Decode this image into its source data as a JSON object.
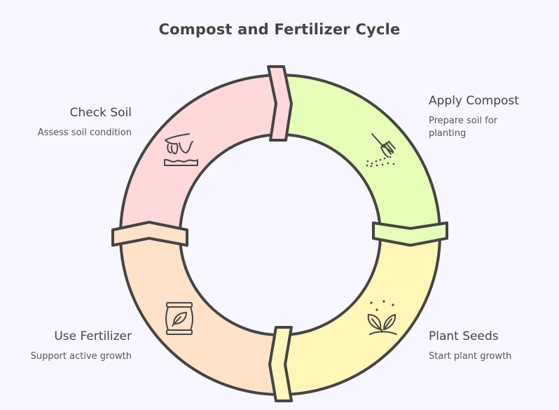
{
  "title": "Compost and Fertilizer Cycle",
  "colors": {
    "background": "#f8f7ff",
    "stroke": "#444444",
    "check_soil": "#ffd9d9",
    "apply_compost": "#e6fdb8",
    "plant_seeds": "#fff6b8",
    "use_fertilizer": "#ffe2c8"
  },
  "steps": [
    {
      "id": "check-soil",
      "title": "Check Soil",
      "description": "Assess soil condition",
      "icon": "hand-soil-icon",
      "color": "#ffd9d9"
    },
    {
      "id": "apply-compost",
      "title": "Apply Compost",
      "description": "Prepare soil for planting",
      "icon": "pitchfork-spreading-icon",
      "color": "#e6fdb8"
    },
    {
      "id": "plant-seeds",
      "title": "Plant Seeds",
      "description": "Start plant growth",
      "icon": "sprout-seeds-icon",
      "color": "#fff6b8"
    },
    {
      "id": "use-fertilizer",
      "title": "Use Fertilizer",
      "description": "Support active growth",
      "icon": "fertilizer-bag-icon",
      "color": "#ffe2c8"
    }
  ]
}
